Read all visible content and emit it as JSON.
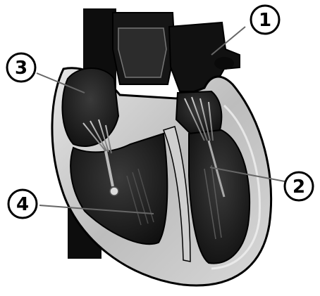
{
  "diagram": {
    "subject": "heart-cross-section",
    "callouts": [
      {
        "id": "1",
        "label": "1"
      },
      {
        "id": "2",
        "label": "2"
      },
      {
        "id": "3",
        "label": "3"
      },
      {
        "id": "4",
        "label": "4"
      }
    ]
  },
  "colors": {
    "background": "#ffffff",
    "chamber_dark": "#1a1a1a",
    "vessel_dark": "#0d0d0d",
    "muscle_wall": "#c8c8c8",
    "outline": "#000000"
  }
}
